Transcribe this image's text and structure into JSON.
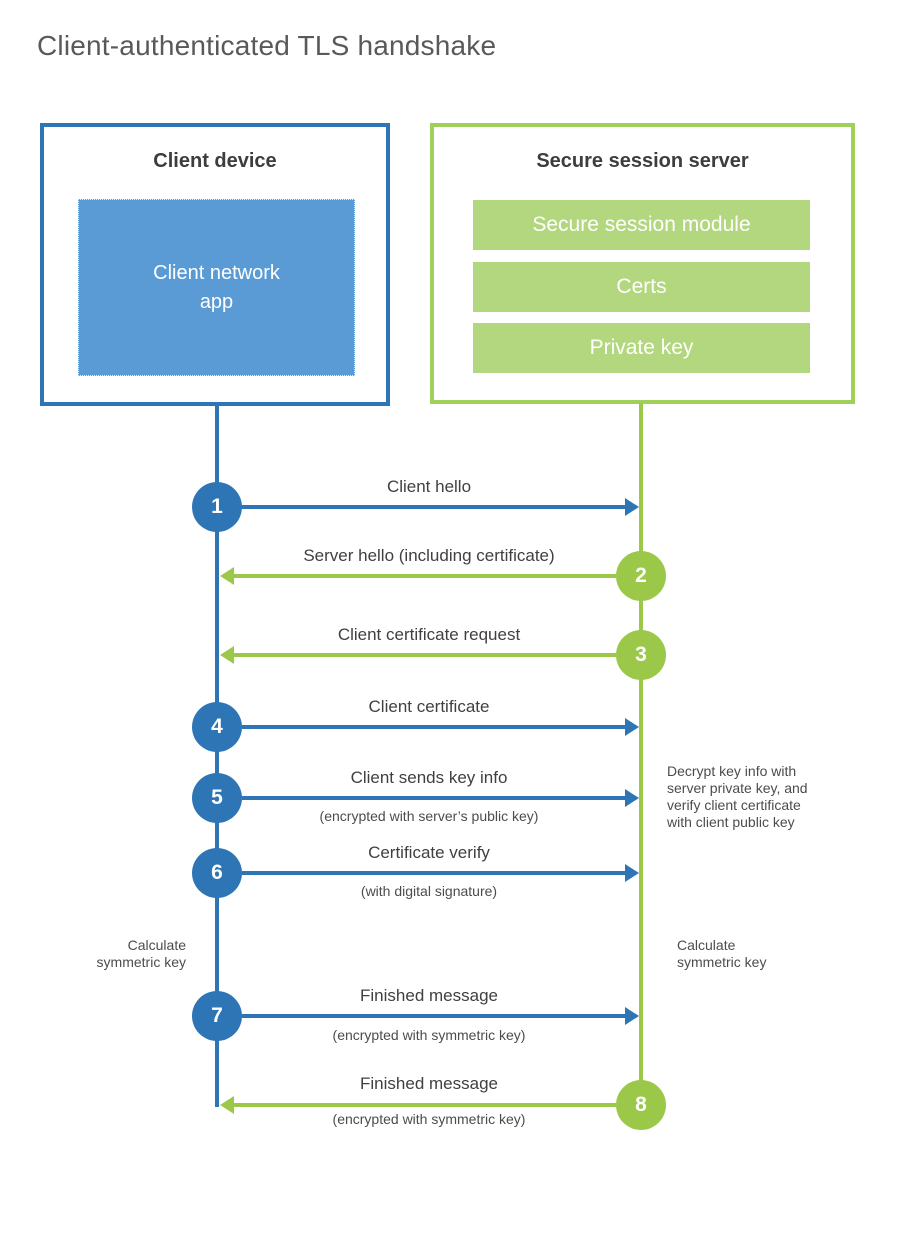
{
  "title": "Client-authenticated TLS handshake",
  "colors": {
    "blue": "#2e75b6",
    "blue_fill": "#5b9bd5",
    "green": "#9cc84a",
    "green_border": "#a0d05c",
    "green_fill": "#b3d77e",
    "heading_text": "#3d3d3d",
    "label_text": "#404040",
    "title_text": "#58595b"
  },
  "client": {
    "title": "Client device",
    "app_label": "Client network\napp"
  },
  "server": {
    "title": "Secure session server",
    "modules": [
      "Secure session module",
      "Certs",
      "Private key"
    ]
  },
  "steps": [
    {
      "num": "1",
      "label": "Client hello",
      "sub": "",
      "direction": "right",
      "color": "blue"
    },
    {
      "num": "2",
      "label": "Server hello (including certificate)",
      "sub": "",
      "direction": "left",
      "color": "green"
    },
    {
      "num": "3",
      "label": "Client certificate request",
      "sub": "",
      "direction": "left",
      "color": "green"
    },
    {
      "num": "4",
      "label": "Client certificate",
      "sub": "",
      "direction": "right",
      "color": "blue"
    },
    {
      "num": "5",
      "label": "Client sends key info",
      "sub": "(encrypted with server’s public key)",
      "direction": "right",
      "color": "blue"
    },
    {
      "num": "6",
      "label": "Certificate verify",
      "sub": "(with digital signature)",
      "direction": "right",
      "color": "blue"
    },
    {
      "num": "7",
      "label": "Finished message",
      "sub": "(encrypted with symmetric key)",
      "direction": "right",
      "color": "blue"
    },
    {
      "num": "8",
      "label": "Finished message",
      "sub": "(encrypted with symmetric key)",
      "direction": "left",
      "color": "green"
    }
  ],
  "annotations": {
    "left_calculate": "Calculate\nsymmetric key",
    "right_calculate": "Calculate\nsymmetric key",
    "decrypt_note": "Decrypt key info with\nserver private key, and\nverify client certificate\nwith client public key"
  }
}
